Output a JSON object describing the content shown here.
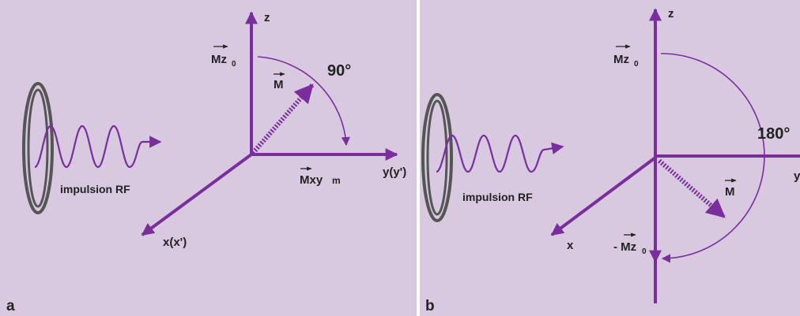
{
  "colors": {
    "background": "#D8C9E0",
    "arrow": "#7A2E9E",
    "text": "#222222",
    "coil": "#555555"
  },
  "panel_a": {
    "panel_letter": "a",
    "rf_label": "impulsion RF",
    "axis_z": "z",
    "axis_y": "y(y')",
    "axis_x": "x(x')",
    "vector_initial": "Mz",
    "vector_initial_sub": "0",
    "vector_m": "M",
    "vector_transverse": "Mxy",
    "vector_transverse_sub": "m",
    "angle": "90°"
  },
  "panel_b": {
    "panel_letter": "b",
    "rf_label": "impulsion RF",
    "axis_z": "z",
    "axis_y": "y",
    "axis_x": "x",
    "vector_initial": "Mz",
    "vector_initial_sub": "0",
    "vector_m": "M",
    "vector_inverted": "- Mz",
    "vector_inverted_sub": "0",
    "angle": "180°"
  }
}
